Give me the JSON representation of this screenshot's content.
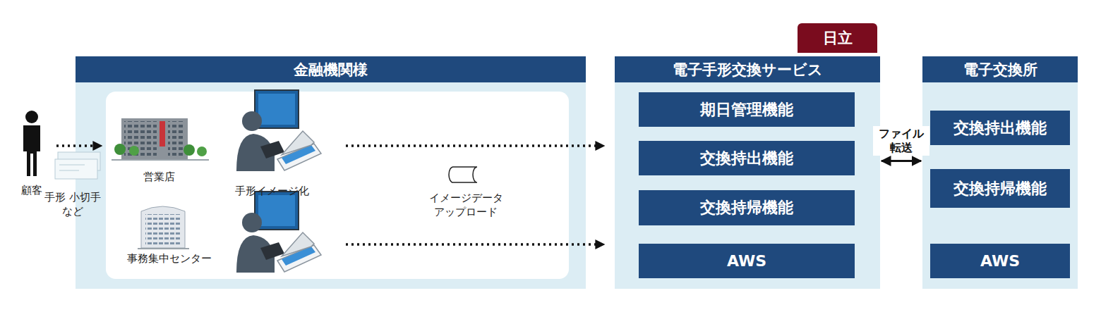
{
  "diagram": {
    "nodes": [
      {
        "text": [
          "金融機関様"
        ]
      },
      {
        "text": [
          "日立"
        ]
      },
      {
        "text": [
          "電子手形交換サービス"
        ]
      },
      {
        "text": [
          "期日管理機能"
        ],
        "in": 2
      },
      {
        "text": [
          "交換持出機能"
        ],
        "in": 2
      },
      {
        "text": [
          "交換持帰機能"
        ],
        "in": 2
      },
      {
        "text": [
          "AWS"
        ],
        "in": 2
      },
      {
        "text": [
          "電子交換所"
        ]
      },
      {
        "text": [
          "交換持出機能"
        ],
        "in": 7
      },
      {
        "text": [
          "交換持帰機能"
        ],
        "in": 7
      },
      {
        "text": [
          "AWS"
        ],
        "in": 7
      }
    ],
    "edges": [
      {
        "from": 2,
        "to": 7,
        "arrow": "both",
        "label": "ファイル 転送"
      }
    ],
    "labels": [
      "顧客",
      "手形 小切手など",
      "営業店",
      "手形イメージ化",
      "事務集中センター",
      "イメージデータ アップロード"
    ]
  }
}
